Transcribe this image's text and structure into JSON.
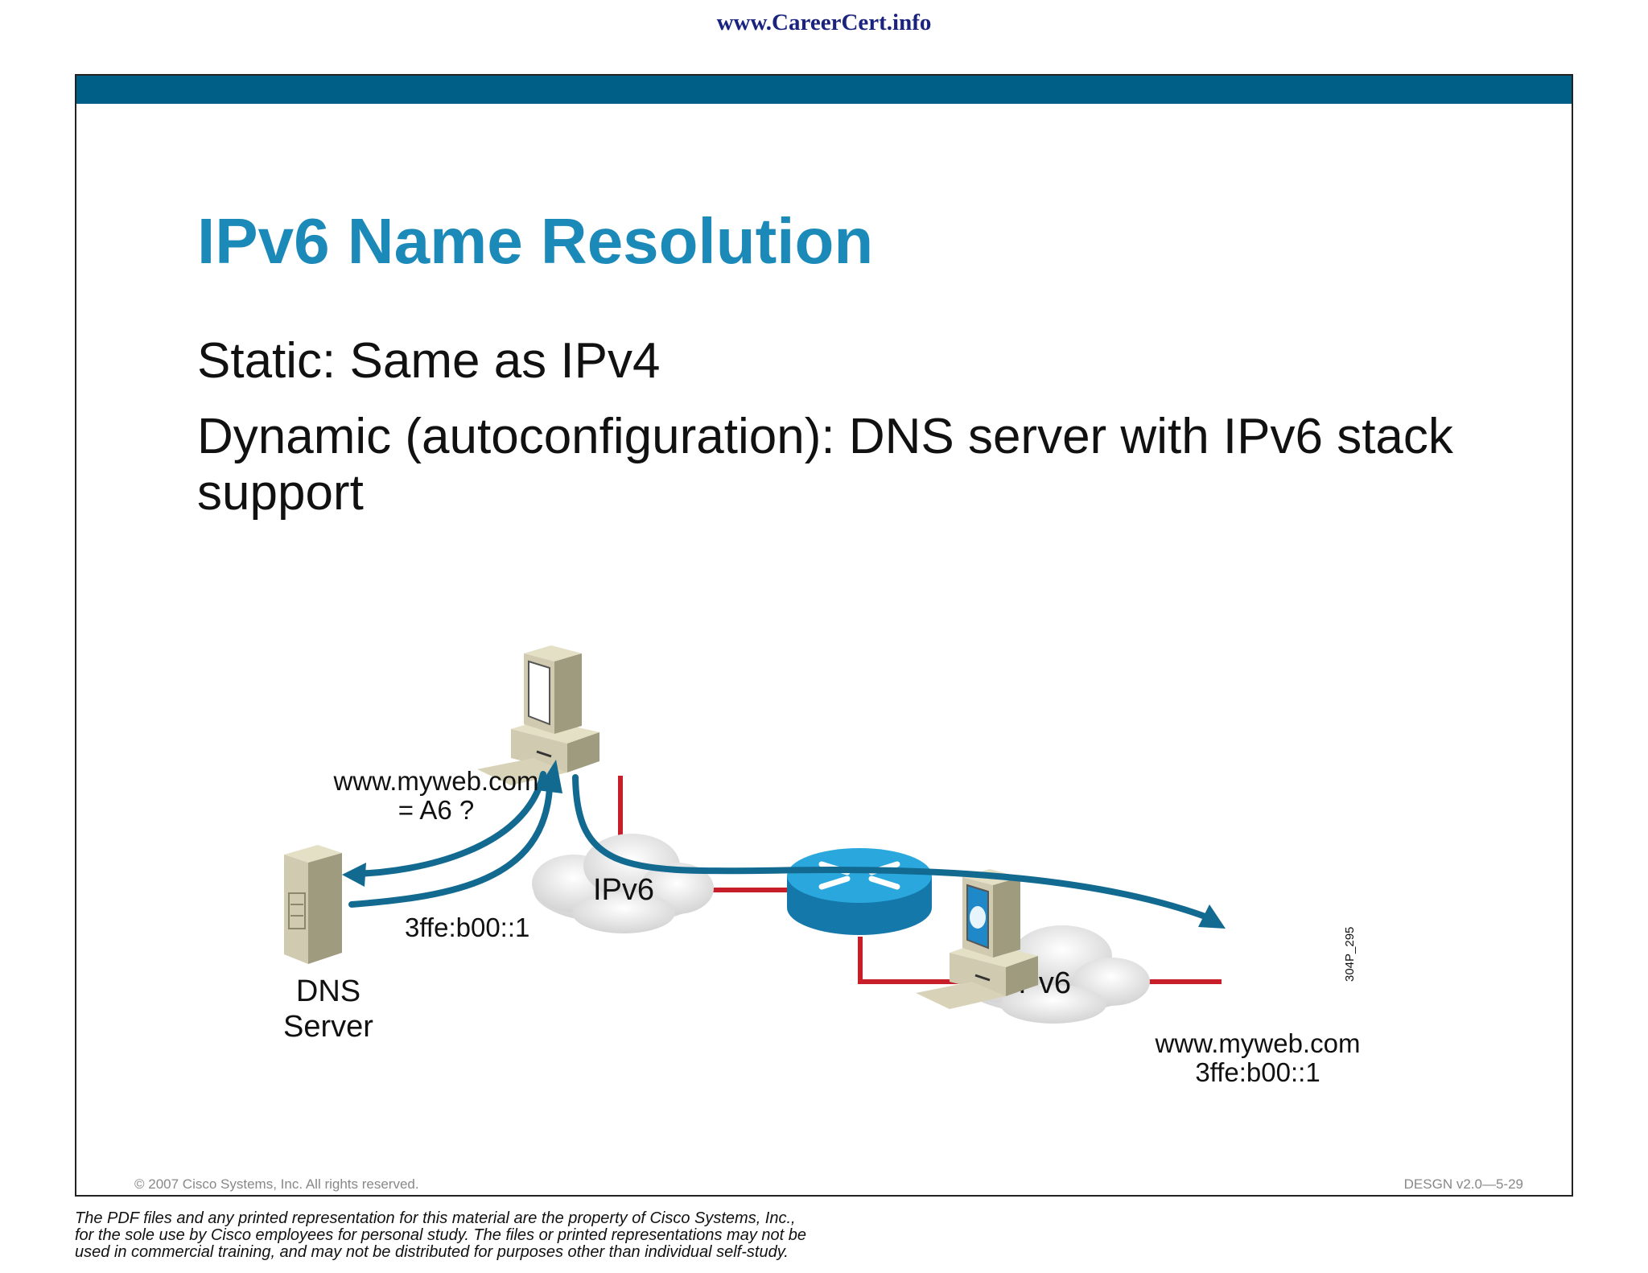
{
  "site_url": "www.CareerCert.info",
  "slide": {
    "title": "IPv6 Name Resolution",
    "bullets": [
      "Static: Same as IPv4",
      "Dynamic (autoconfiguration): DNS server with IPv6 stack support"
    ],
    "copyright": "© 2007 Cisco Systems, Inc. All rights reserved.",
    "slide_id": "DESGN v2.0—5-29"
  },
  "diagram": {
    "query_label_line1": "www.myweb.com",
    "query_label_line2": "= A6 ?",
    "reply_label": "3ffe:b00::1",
    "dns_label_line1": "DNS",
    "dns_label_line2": "Server",
    "cloud1_label": "IPv6",
    "cloud2_label": "IPv6",
    "host_label_line1": "www.myweb.com",
    "host_label_line2": "3ffe:b00::1",
    "figure_code": "304P_295",
    "colors": {
      "arrow": "#136a91",
      "link": "#c81e2a",
      "router": "#1f9bd1",
      "device": "#cfcab0"
    }
  },
  "disclaimer": [
    "The PDF files and any printed representation for this material are the property of Cisco Systems, Inc.,",
    "for the sole use by Cisco employees for personal study. The files or printed representations may not be",
    "used in commercial training, and may not be distributed for purposes other than individual self-study."
  ]
}
